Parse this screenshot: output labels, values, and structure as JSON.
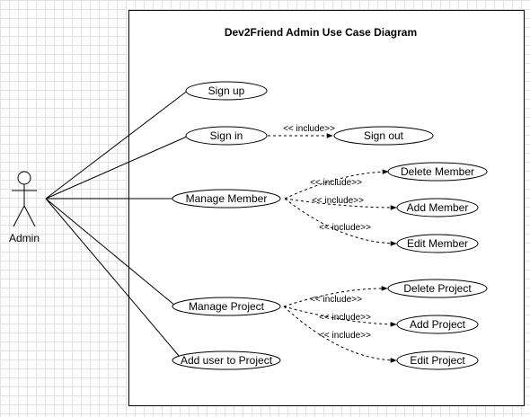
{
  "diagram": {
    "title": "Dev2Friend Admin Use Case Diagram",
    "actor": {
      "name": "Admin",
      "icon": "stick-figure-icon"
    },
    "include_label": "<< include>>",
    "use_cases": {
      "sign_up": "Sign up",
      "sign_in": "Sign in",
      "sign_out": "Sign out",
      "manage_member": "Manage Member",
      "delete_member": "Delete Member",
      "add_member": "Add Member",
      "edit_member": "Edit Member",
      "manage_project": "Manage Project",
      "delete_project": "Delete Project",
      "add_project": "Add Project",
      "edit_project": "Edit Project",
      "add_user_to_project": "Add user to Project"
    }
  }
}
